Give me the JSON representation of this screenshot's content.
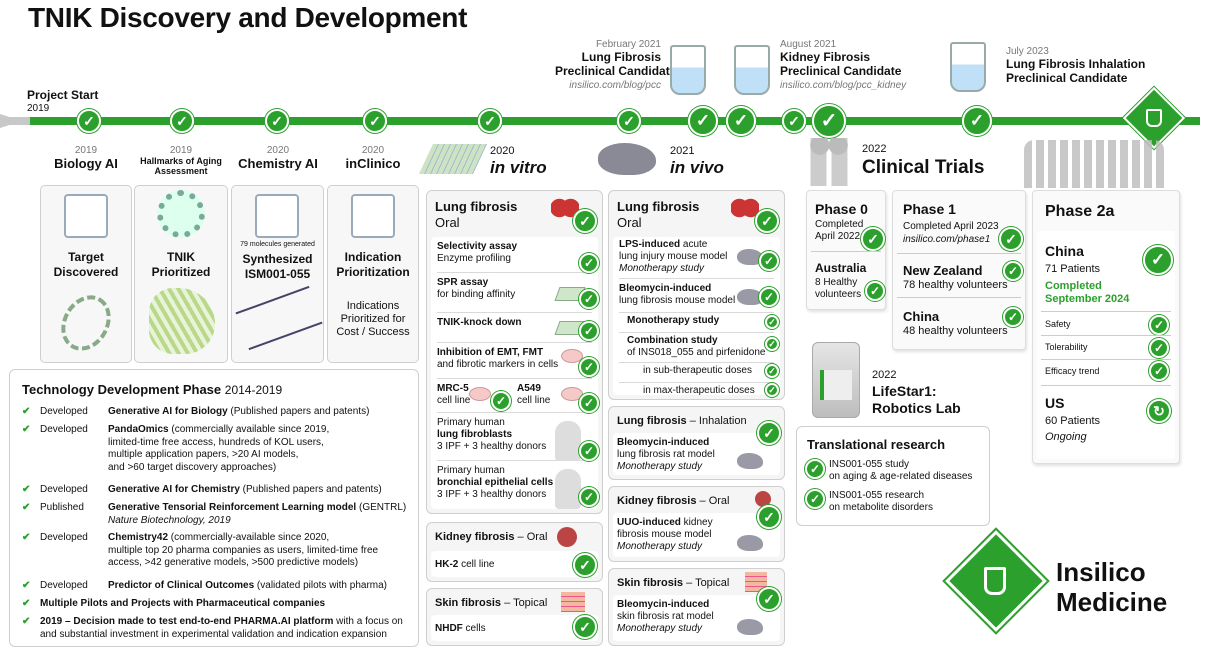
{
  "title": "TNIK Discovery and Development",
  "project_start": {
    "label": "Project Start",
    "year": "2019"
  },
  "milestones": [
    {
      "date": "February 2021",
      "title1": "Lung Fibrosis",
      "title2": "Preclinical Candidate",
      "link": "insilico.com/blog/pcc"
    },
    {
      "date": "August 2021",
      "title1": "Kidney Fibrosis",
      "title2": "Preclinical Candidate",
      "link": "insilico.com/blog/pcc_kidney"
    },
    {
      "date": "July 2023",
      "title1": "Lung Fibrosis Inhalation",
      "title2": "Preclinical Candidate"
    }
  ],
  "ai_steps": [
    {
      "year": "2019",
      "name": "Biology AI",
      "result1": "Target",
      "result2": "Discovered"
    },
    {
      "year": "2019",
      "name": "Hallmarks of Aging Assessment",
      "result1": "TNIK",
      "result2": "Prioritized"
    },
    {
      "year": "2020",
      "name": "Chemistry AI",
      "note": "79 molecules generated",
      "result1": "Synthesized",
      "result2": "ISM001-055"
    },
    {
      "year": "2020",
      "name": "inClinico",
      "result1": "Indication",
      "result2": "Prioritization",
      "extra1": "Indications",
      "extra2": "Prioritized for",
      "extra3": "Cost / Success"
    }
  ],
  "tech": {
    "title": "Technology Development Phase",
    "years": "2014-2019",
    "items": [
      {
        "status": "Developed",
        "bold": "Generative AI for Biology",
        "rest": " (Published papers and patents)"
      },
      {
        "status": "Developed",
        "bold": "PandaOmics",
        "rest": " (commercially available since 2019,",
        "lines": [
          "limited-time free access, hundreds of KOL users,",
          "multiple application papers, >20 AI models,",
          "and >60 target discovery approaches)"
        ]
      },
      {
        "status": "Developed",
        "bold": "Generative AI for Chemistry",
        "rest": " (Published papers and patents)"
      },
      {
        "status": "Published",
        "bold": "Generative Tensorial Reinforcement Learning model",
        "rest": " (GENTRL)",
        "lines": [
          "Nature Biotechnology, 2019"
        ]
      },
      {
        "status": "Developed",
        "bold": "Chemistry42",
        "rest": " (commercially-available since 2020,",
        "lines": [
          "multiple top 20 pharma companies as users, limited-time free",
          "access, >42 generative models, >500 predictive models)"
        ]
      },
      {
        "status": "Developed",
        "bold": "Predictor of Clinical Outcomes",
        "rest": " (validated pilots with pharma)"
      },
      {
        "status": "",
        "bold": "Multiple Pilots and Projects with Pharmaceutical companies",
        "rest": ""
      },
      {
        "status": "",
        "bold": "2019 – Decision made to test end-to-end PHARMA.AI platform",
        "rest": " with a focus on",
        "lines": [
          "and substantial investment in experimental validation and indication expansion"
        ]
      }
    ]
  },
  "invitro": {
    "year": "2020",
    "label": "in vitro",
    "lung": {
      "title": "Lung fibrosis",
      "route": "Oral",
      "rows": [
        {
          "b": "Selectivity assay",
          "t": "Enzyme profiling"
        },
        {
          "b": "SPR assay",
          "t": "for binding affinity"
        },
        {
          "b": "TNIK-knock down",
          "t": ""
        },
        {
          "b": "Inhibition of EMT, FMT",
          "t": "and fibrotic markers in cells"
        },
        {
          "b": "MRC-5",
          "t": "cell line",
          "b2": "A549",
          "t2": "cell line"
        },
        {
          "t0": "Primary human",
          "b": "lung fibroblasts",
          "t": "3 IPF + 3 healthy donors"
        },
        {
          "t0": "Primary human",
          "b": "bronchial epithelial cells",
          "t": "3 IPF + 3 healthy donors"
        }
      ]
    },
    "kidney": {
      "title": "Kidney fibrosis",
      "route": "Oral",
      "row": "HK-2",
      "row_rest": " cell line"
    },
    "skin": {
      "title": "Skin fibrosis",
      "route": "Topical",
      "row": "NHDF",
      "row_rest": " cells"
    }
  },
  "invivo": {
    "year": "2021",
    "label": "in vivo",
    "lung": {
      "title": "Lung fibrosis",
      "route": "Oral",
      "rows": [
        {
          "b": "LPS-induced",
          "t": " acute",
          "t2": "lung injury mouse model",
          "i": "Monotherapy study"
        },
        {
          "b": "Bleomycin-induced",
          "t2": "lung fibrosis mouse model"
        },
        {
          "b": "Monotherapy study"
        },
        {
          "b": "Combination study",
          "t2": "of INS018_055 and pirfenidone"
        },
        {
          "t": "in sub-therapeutic doses"
        },
        {
          "t": "in max-therapeutic doses"
        }
      ]
    },
    "inhal": {
      "title": "Lung fibrosis",
      "route": "Inhalation",
      "b": "Bleomycin-induced",
      "t": "lung fibrosis rat model",
      "i": "Monotherapy study"
    },
    "kidney": {
      "title": "Kidney fibrosis",
      "route": "Oral",
      "b": "UUO-induced",
      "t": " kidney",
      "t2": "fibrosis mouse model",
      "i": "Monotherapy study"
    },
    "skin": {
      "title": "Skin fibrosis",
      "route": "Topical",
      "b": "Bleomycin-induced",
      "t": "skin fibrosis rat model",
      "i": "Monotherapy study"
    }
  },
  "clinical": {
    "year": "2022",
    "label": "Clinical Trials",
    "phase0": {
      "name": "Phase 0",
      "status": "Completed",
      "date": "April 2022",
      "country": "Australia",
      "count": "8 Healthy",
      "count2": "volunteers"
    },
    "phase1": {
      "name": "Phase 1",
      "status": "Completed April 2023",
      "link": "insilico.com/phase1",
      "c1": "New Zealand",
      "c1n": "78 healthy volunteers",
      "c2": "China",
      "c2n": "48 healthy volunteers"
    },
    "phase2": {
      "name": "Phase 2a",
      "china": "China",
      "china_n": "71 Patients",
      "done1": "Completed",
      "done2": "September 2024",
      "endpoints": [
        "Safety",
        "Tolerability",
        "Efficacy trend"
      ],
      "us": "US",
      "us_n": "60 Patients",
      "us_s": "Ongoing"
    }
  },
  "robotics": {
    "year": "2022",
    "l1": "LifeStar1:",
    "l2": "Robotics Lab"
  },
  "translational": {
    "title": "Translational research",
    "items": [
      {
        "a": "INS001-055 study",
        "b": "on aging & age-related diseases"
      },
      {
        "a": "INS001-055 research",
        "b": "on metabolite disorders"
      }
    ]
  },
  "brand": {
    "l1": "Insilico",
    "l2": "Medicine"
  },
  "colors": {
    "green": "#2ca02c",
    "gray_line": "#c8c8c8"
  }
}
